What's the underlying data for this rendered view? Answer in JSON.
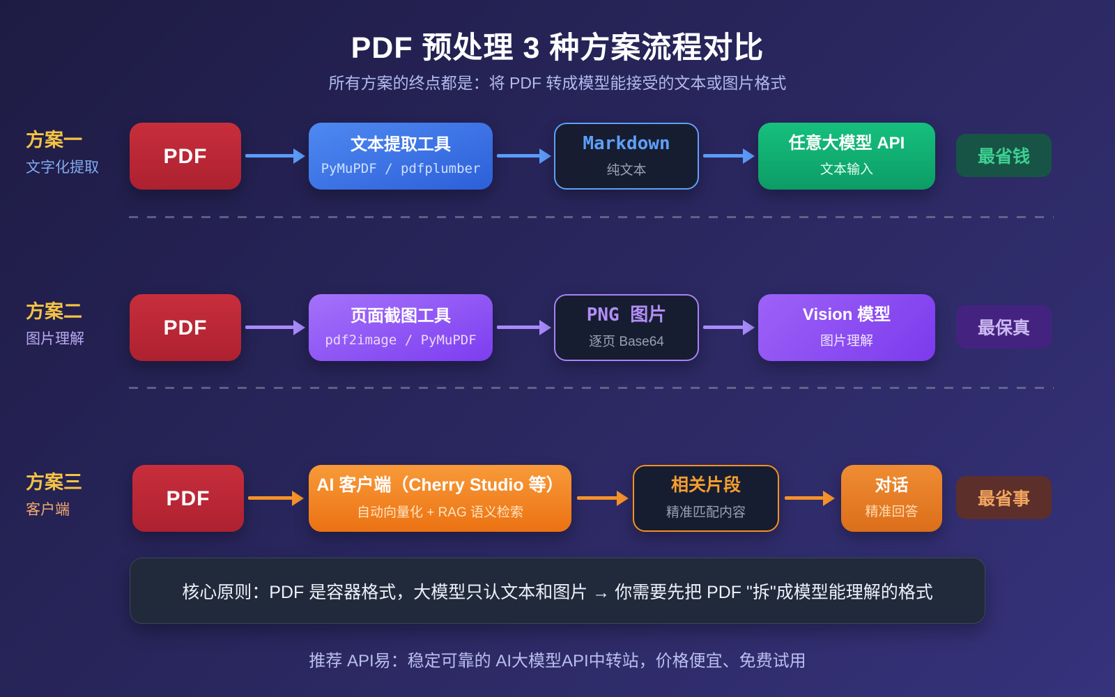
{
  "header": {
    "title": "PDF 预处理 3 种方案流程对比",
    "subtitle": "所有方案的终点都是：将 PDF 转成模型能接受的文本或图片格式"
  },
  "rows": [
    {
      "label": "方案一",
      "sublabel": "文字化提取",
      "source": {
        "title": "PDF"
      },
      "tool": {
        "title": "文本提取工具",
        "subtitle": "PyMuPDF / pdfplumber"
      },
      "intermediate": {
        "title": "Markdown",
        "subtitle": "纯文本"
      },
      "model": {
        "title": "任意大模型 API",
        "subtitle": "文本输入"
      },
      "badge": "最省钱",
      "accent": "#5b9bf8",
      "badge_bg": "#175445",
      "badge_color": "#3dd092"
    },
    {
      "label": "方案二",
      "sublabel": "图片理解",
      "source": {
        "title": "PDF"
      },
      "tool": {
        "title": "页面截图工具",
        "subtitle": "pdf2image / PyMuPDF"
      },
      "intermediate": {
        "title": "PNG 图片",
        "subtitle": "逐页 Base64"
      },
      "model": {
        "title": "Vision 模型",
        "subtitle": "图片理解"
      },
      "badge": "最保真",
      "accent": "#a78bfa",
      "badge_bg": "#442380",
      "badge_color": "#ccb9f2"
    },
    {
      "label": "方案三",
      "sublabel": "客户端",
      "source": {
        "title": "PDF"
      },
      "tool": {
        "title": "AI 客户端（Cherry Studio 等）",
        "subtitle": "自动向量化 + RAG 语义检索"
      },
      "intermediate": {
        "title": "相关片段",
        "subtitle": "精准匹配内容"
      },
      "model": {
        "title": "对话",
        "subtitle": "精准回答"
      },
      "badge": "最省事",
      "accent": "#f5922a",
      "badge_bg": "#5c2f2b",
      "badge_color": "#f2a55e"
    }
  ],
  "note": "核心原则：PDF 是容器格式，大模型只认文本和图片 → 你需要先把 PDF \"拆\"成模型能理解的格式",
  "footer": "推荐 API易：稳定可靠的 AI大模型API中转站，价格便宜、免费试用",
  "palette": {
    "background_top": "#1e1b43",
    "background_bottom": "#36327c",
    "pdf_red": "#c82e3c",
    "label_gold": "#f6c444",
    "note_bg": "#212a3b"
  }
}
